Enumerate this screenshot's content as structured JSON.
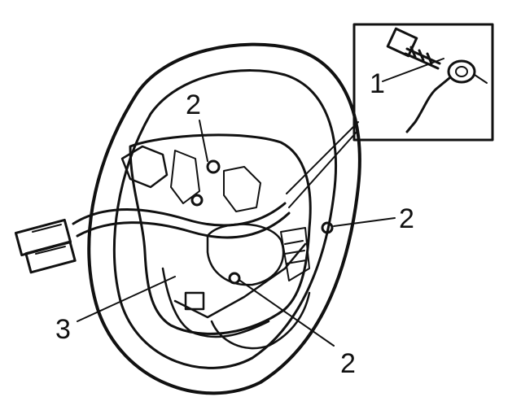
{
  "callouts": {
    "part_1": "1",
    "part_2_top": "2",
    "part_2_right": "2",
    "part_2_bottom": "2",
    "part_3": "3"
  },
  "colors": {
    "ink": "#111111",
    "paper": "#ffffff"
  },
  "icons": [
    "bolt-icon",
    "ground-eyelet-icon",
    "connector-icon"
  ]
}
